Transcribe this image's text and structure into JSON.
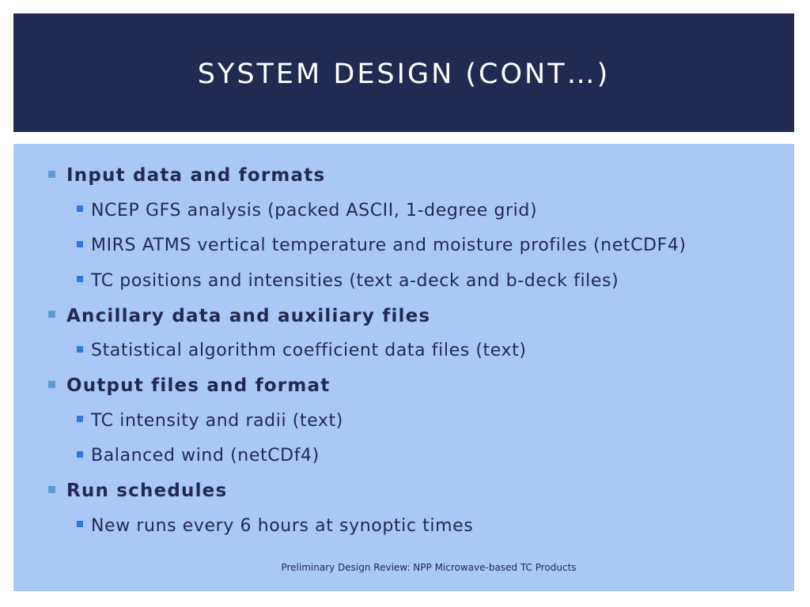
{
  "slide": {
    "title": "System Design (cont…)",
    "sections": [
      {
        "heading": "Input data and formats",
        "items": [
          "NCEP GFS analysis (packed ASCII, 1-degree grid)",
          "MIRS ATMS vertical temperature and moisture profiles (netCDF4)",
          "TC positions and intensities (text a-deck and b-deck files)"
        ]
      },
      {
        "heading": "Ancillary data and auxiliary files",
        "items": [
          "Statistical algorithm coefficient data files (text)"
        ]
      },
      {
        "heading": "Output files and format",
        "items": [
          "TC intensity and radii (text)",
          "Balanced wind (netCDf4)"
        ]
      },
      {
        "heading": "Run schedules",
        "items": [
          "New runs every 6 hours at synoptic times"
        ]
      }
    ],
    "footer": "Preliminary Design Review: NPP Microwave-based TC Products"
  },
  "colors": {
    "title_bar_bg": "#222a52",
    "content_bg": "#a9c8f5",
    "text": "#222a52",
    "level1_bullet": "#5b9bd5",
    "level2_bullet": "#2e75e6"
  }
}
